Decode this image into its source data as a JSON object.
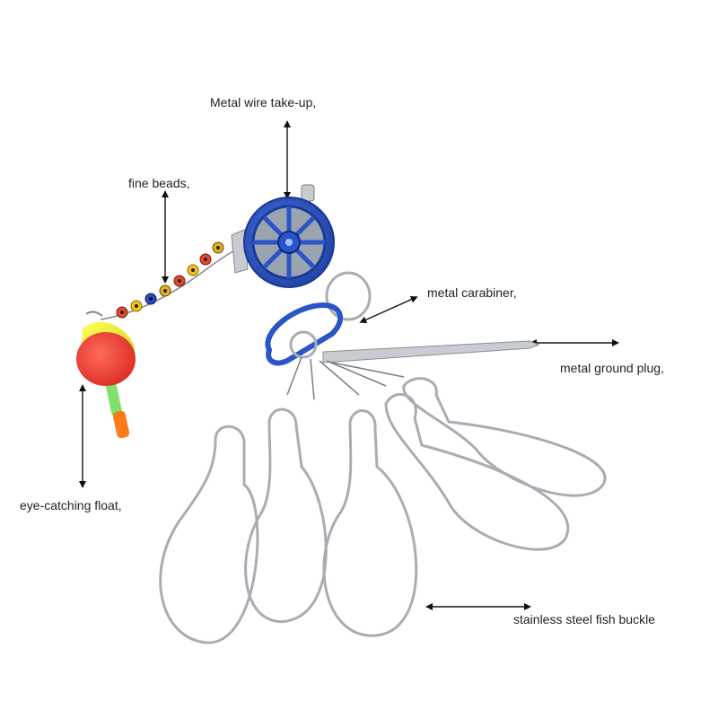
{
  "labels": {
    "wire": "Metal wire take-up,",
    "beads": "fine beads,",
    "carabiner": "metal carabiner,",
    "plug": "metal ground plug,",
    "float": "eye-catching float,",
    "buckle": "stainless steel fish buckle"
  },
  "colors": {
    "background": "#ffffff",
    "text": "#222222",
    "arrow": "#111111",
    "steel": "#a9adb3",
    "reel_blue": "#2a55c8",
    "float_yellow": "#f2ee1f",
    "float_red": "#f2443a",
    "float_green": "#7fe06a",
    "float_orange": "#ff7a1a"
  },
  "icons": [
    "arrow-icon",
    "fishing-reel-icon",
    "float-icon",
    "bead-icon",
    "carabiner-icon",
    "ground-plug-icon",
    "fish-buckle-icon"
  ]
}
